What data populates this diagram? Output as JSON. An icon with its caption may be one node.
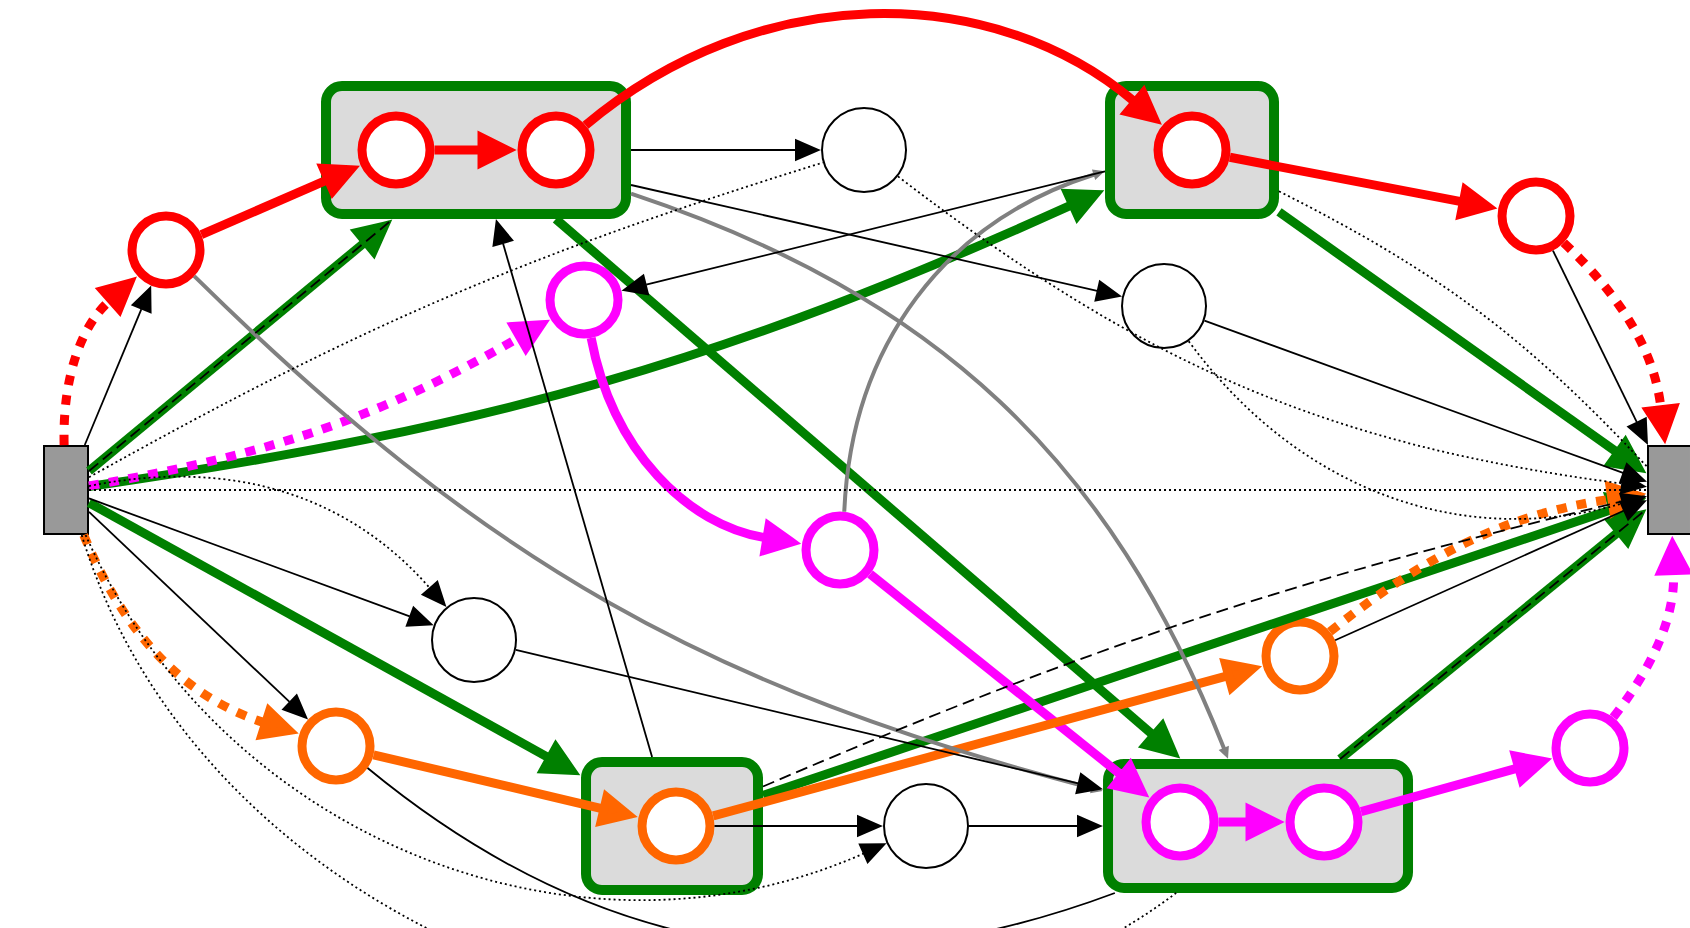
{
  "diagram": {
    "nodes": [
      {
        "text": [],
        "shape": "box"
      },
      {
        "text": [],
        "shape": "box"
      },
      {
        "text": [],
        "shape": "box"
      },
      {
        "text": [],
        "shape": "circle",
        "in": 2
      },
      {
        "text": [],
        "shape": "circle",
        "in": 2
      },
      {
        "text": [],
        "shape": "box"
      },
      {
        "text": [],
        "shape": "circle",
        "in": 5
      },
      {
        "text": [],
        "shape": "box"
      },
      {
        "text": [],
        "shape": "circle",
        "in": 7
      },
      {
        "text": [],
        "shape": "box"
      },
      {
        "text": [],
        "shape": "circle",
        "in": 9
      },
      {
        "text": [],
        "shape": "circle",
        "in": 9
      },
      {
        "text": [],
        "shape": "circle"
      },
      {
        "text": [],
        "shape": "circle"
      },
      {
        "text": [],
        "shape": "circle"
      },
      {
        "text": [],
        "shape": "circle"
      },
      {
        "text": [],
        "shape": "circle"
      },
      {
        "text": [],
        "shape": "circle"
      },
      {
        "text": [],
        "shape": "circle"
      },
      {
        "text": [],
        "shape": "circle"
      },
      {
        "text": [],
        "shape": "circle"
      },
      {
        "text": [],
        "shape": "circle"
      },
      {
        "text": [],
        "shape": "circle"
      }
    ],
    "edges": [
      {
        "from": 0,
        "to": 12,
        "arrow": "to",
        "style": "dashed",
        "color": "#ff0000"
      },
      {
        "from": 12,
        "to": 3,
        "arrow": "to",
        "style": "thick",
        "color": "#ff0000"
      },
      {
        "from": 3,
        "to": 4,
        "arrow": "to",
        "style": "thick",
        "color": "#ff0000"
      },
      {
        "from": 4,
        "to": 6,
        "arrow": "to",
        "style": "thick",
        "color": "#ff0000"
      },
      {
        "from": 6,
        "to": 13,
        "arrow": "to",
        "style": "thick",
        "color": "#ff0000"
      },
      {
        "from": 13,
        "to": 1,
        "arrow": "to",
        "style": "dashed",
        "color": "#ff0000"
      },
      {
        "from": 0,
        "to": 2,
        "arrow": "to",
        "style": "thick",
        "color": "#008000"
      },
      {
        "from": 0,
        "to": 5,
        "arrow": "to",
        "style": "thick",
        "color": "#008000"
      },
      {
        "from": 0,
        "to": 7,
        "arrow": "to",
        "style": "thick",
        "color": "#008000"
      },
      {
        "from": 2,
        "to": 9,
        "arrow": "to",
        "style": "thick",
        "color": "#008000"
      },
      {
        "from": 5,
        "to": 1,
        "arrow": "to",
        "style": "thick",
        "color": "#008000"
      },
      {
        "from": 7,
        "to": 1,
        "arrow": "to",
        "style": "thick",
        "color": "#008000"
      },
      {
        "from": 9,
        "to": 1,
        "arrow": "to",
        "style": "thick",
        "color": "#008000"
      },
      {
        "from": 0,
        "to": 14,
        "arrow": "to",
        "style": "dashed",
        "color": "#ff00ff"
      },
      {
        "from": 14,
        "to": 15,
        "arrow": "to",
        "style": "thick",
        "color": "#ff00ff"
      },
      {
        "from": 15,
        "to": 10,
        "arrow": "to",
        "style": "thick",
        "color": "#ff00ff"
      },
      {
        "from": 10,
        "to": 11,
        "arrow": "to",
        "style": "thick",
        "color": "#ff00ff"
      },
      {
        "from": 11,
        "to": 16,
        "arrow": "to",
        "style": "thick",
        "color": "#ff00ff"
      },
      {
        "from": 16,
        "to": 1,
        "arrow": "to",
        "style": "dashed",
        "color": "#ff00ff"
      },
      {
        "from": 0,
        "to": 17,
        "arrow": "to",
        "style": "dashed",
        "color": "#ff6600"
      },
      {
        "from": 17,
        "to": 8,
        "arrow": "to",
        "style": "thick",
        "color": "#ff6600"
      },
      {
        "from": 8,
        "to": 18,
        "arrow": "to",
        "style": "thick",
        "color": "#ff6600"
      },
      {
        "from": 18,
        "to": 1,
        "arrow": "to",
        "style": "dashed",
        "color": "#ff6600"
      },
      {
        "from": 12,
        "to": 9,
        "arrow": "to",
        "color": "#808080"
      },
      {
        "from": 2,
        "to": 9,
        "arrow": "to",
        "color": "#808080"
      },
      {
        "from": 15,
        "to": 5,
        "arrow": "to",
        "color": "#808080"
      },
      {
        "from": 0,
        "to": 12,
        "arrow": "to"
      },
      {
        "from": 2,
        "to": 19,
        "arrow": "to"
      },
      {
        "from": 2,
        "to": 20,
        "arrow": "to"
      },
      {
        "from": 20,
        "to": 1,
        "arrow": "to"
      },
      {
        "from": 19,
        "to": 1,
        "arrow": "to",
        "style": "dashed"
      },
      {
        "from": 0,
        "to": 21,
        "arrow": "to"
      },
      {
        "from": 0,
        "to": 17,
        "arrow": "to"
      },
      {
        "from": 21,
        "to": 9,
        "arrow": "to"
      },
      {
        "from": 8,
        "to": 22,
        "arrow": "to"
      },
      {
        "from": 22,
        "to": 9,
        "arrow": "to"
      },
      {
        "from": 13,
        "to": 1,
        "arrow": "to"
      },
      {
        "from": 18,
        "to": 1,
        "arrow": "to"
      },
      {
        "from": 7,
        "to": 2,
        "arrow": "to"
      },
      {
        "from": 0,
        "to": 2,
        "arrow": "none",
        "style": "dashed"
      },
      {
        "from": 7,
        "to": 1,
        "arrow": "none",
        "style": "dashed"
      },
      {
        "from": 9,
        "to": 1,
        "arrow": "none",
        "style": "dashed"
      },
      {
        "from": 0,
        "to": 1,
        "arrow": "none",
        "style": "dashed"
      },
      {
        "from": 0,
        "to": 21,
        "arrow": "to",
        "style": "dashed"
      },
      {
        "from": 0,
        "to": 9,
        "arrow": "none",
        "style": "dashed"
      },
      {
        "from": 0,
        "to": 22,
        "arrow": "to",
        "style": "dashed"
      },
      {
        "from": 17,
        "to": 9,
        "arrow": "none"
      },
      {
        "from": 5,
        "to": 1,
        "arrow": "none",
        "style": "dashed"
      },
      {
        "from": 20,
        "to": 1,
        "arrow": "to",
        "style": "dashed"
      },
      {
        "from": 5,
        "to": 14,
        "arrow": "to"
      },
      {
        "from": 0,
        "to": 19,
        "arrow": "none",
        "style": "dashed"
      }
    ]
  }
}
